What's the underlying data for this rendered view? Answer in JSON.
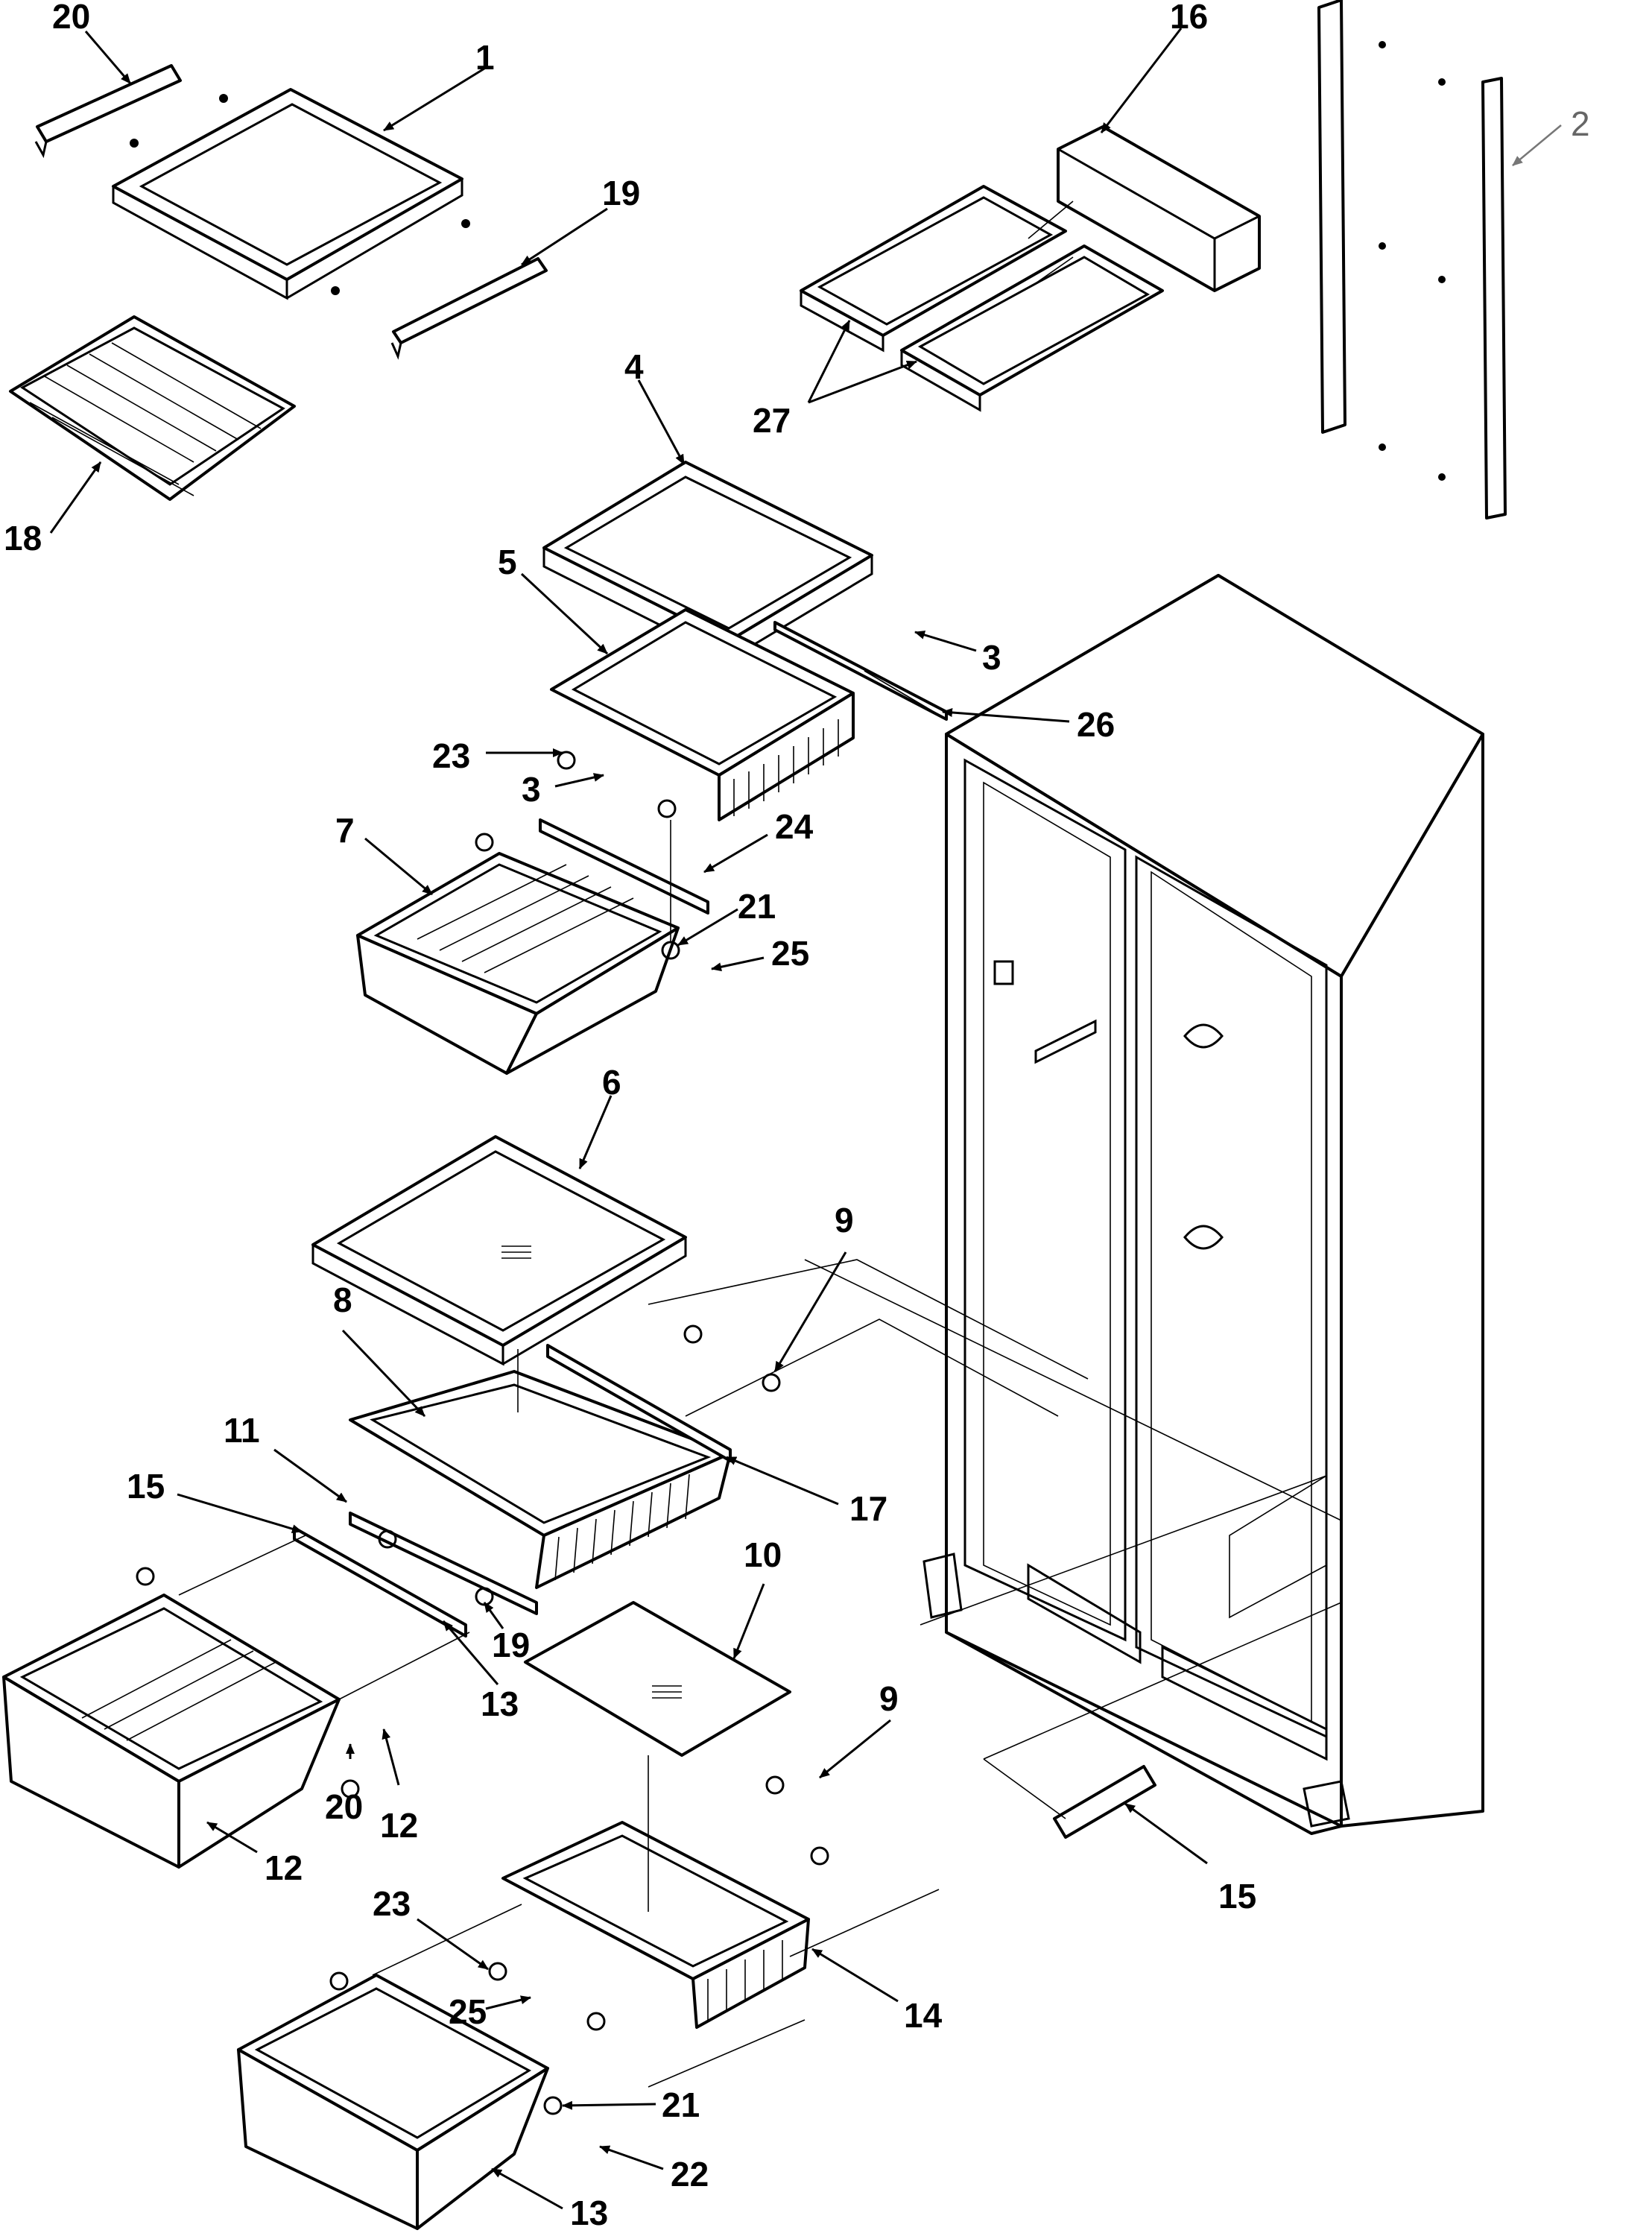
{
  "labels": {
    "l20a": "20",
    "l1": "1",
    "l19a": "19",
    "l16": "16",
    "l2": "2",
    "l18": "18",
    "l4": "4",
    "l27": "27",
    "l5": "5",
    "l3a": "3",
    "l26": "26",
    "l23a": "23",
    "l3b": "3",
    "l24": "24",
    "l7": "7",
    "l21a": "21",
    "l25a": "25",
    "l6": "6",
    "l9a": "9",
    "l8": "8",
    "l11": "11",
    "l17": "17",
    "l15a": "15",
    "l10": "10",
    "l19b": "19",
    "l13a": "13",
    "l9b": "9",
    "l20b": "20",
    "l12a": "12",
    "l12b": "12",
    "l15b": "15",
    "l23b": "23",
    "l25b": "25",
    "l14": "14",
    "l21b": "21",
    "l22": "22",
    "l13b": "13"
  }
}
